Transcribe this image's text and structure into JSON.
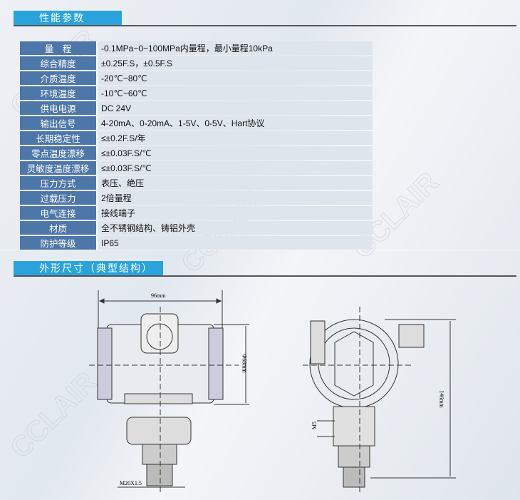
{
  "section1": {
    "title": "性能参数"
  },
  "specs": [
    {
      "label": "量　程",
      "value": "-0.1MPa~0~100MPa内量程，最小量程10kPa"
    },
    {
      "label": "综合精度",
      "value": "±0.25F.S，±0.5F.S"
    },
    {
      "label": "介质温度",
      "value": "-20℃~80℃"
    },
    {
      "label": "环境温度",
      "value": "-10℃~60℃"
    },
    {
      "label": "供电电源",
      "value": "DC 24V"
    },
    {
      "label": "输出信号",
      "value": "4-20mA、0-20mA、1-5V、0-5V、Hart协议"
    },
    {
      "label": "长期稳定性",
      "value": "≤±0.2F.S/年"
    },
    {
      "label": "零点温度漂移",
      "value": "≤±0.03F.S/℃"
    },
    {
      "label": "灵敏度温度漂移",
      "value": "≤±0.03F.S/℃"
    },
    {
      "label": "压力方式",
      "value": "表压、绝压"
    },
    {
      "label": "过载压力",
      "value": "2倍量程"
    },
    {
      "label": "电气连接",
      "value": "接线端子"
    },
    {
      "label": "材质",
      "value": "全不锈钢结构、铸铝外壳"
    },
    {
      "label": "防护等级",
      "value": "IP65"
    }
  ],
  "section2": {
    "title": "外形尺寸（典型结构）"
  },
  "dimensions": {
    "width": "96mm",
    "diameter": "Φ68mm",
    "thread": "M20X1.5",
    "screw": "M5",
    "height": "146mm"
  },
  "watermark": "CCLAIR"
}
